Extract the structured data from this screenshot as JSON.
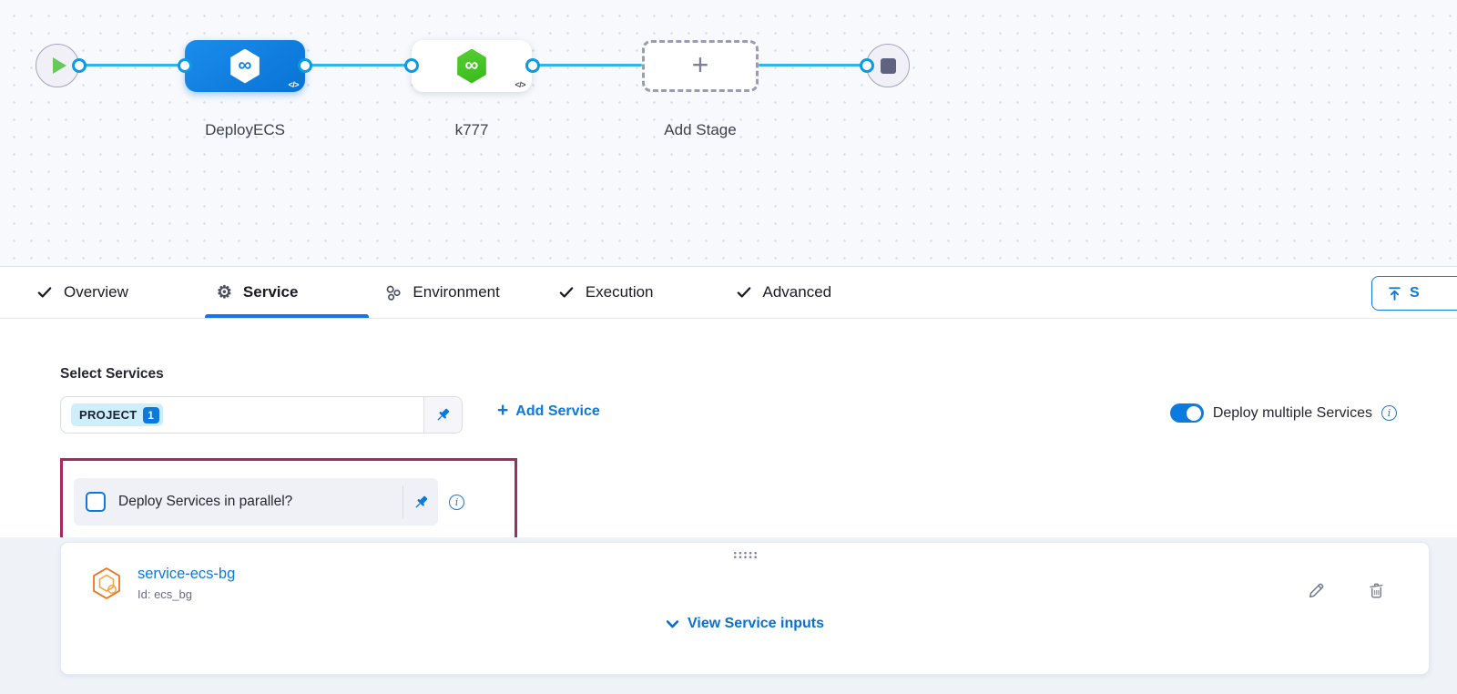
{
  "pipeline": {
    "stages": [
      {
        "label": "DeployECS",
        "kind": "deploy-stage",
        "icon": "harness-logo-blue",
        "code_badge": "</>"
      },
      {
        "label": "k777",
        "kind": "deploy-stage",
        "icon": "harness-logo-green",
        "code_badge": "</>"
      },
      {
        "label": "Add Stage",
        "kind": "add-placeholder",
        "icon": "plus-icon"
      }
    ],
    "infinity_glyph": "∞",
    "add_plus_glyph": "+",
    "start_node_icon": "play-icon",
    "end_node_icon": "stop-icon"
  },
  "tabs": {
    "overview": "Overview",
    "service": "Service",
    "environment": "Environment",
    "execution": "Execution",
    "advanced": "Advanced",
    "active_tab": "Service"
  },
  "save_button": {
    "visible_text": "S",
    "icon": "upload-icon"
  },
  "services_section": {
    "label": "Select Services",
    "selected_tag": "PROJECT",
    "selected_count": "1",
    "add_service_plus": "+",
    "add_service_label": "Add Service",
    "deploy_multiple_label": "Deploy multiple Services",
    "deploy_multiple_on": true,
    "parallel_question": "Deploy Services in parallel?",
    "parallel_checked": false,
    "info_glyph": "i"
  },
  "service_card": {
    "name": "service-ecs-bg",
    "id_text": "Id: ecs_bg",
    "view_inputs_label": "View Service inputs"
  },
  "colors": {
    "primary_blue": "#0b79dd",
    "connector_blue": "#2db6f2",
    "stage_blue": "#0d80e4",
    "harness_green": "#42c520",
    "highlight_border": "#a02c5e",
    "service_icon_orange": "#ee7219",
    "tab_underline": "#1574e6",
    "canvas_bg": "#f7f9fc"
  }
}
